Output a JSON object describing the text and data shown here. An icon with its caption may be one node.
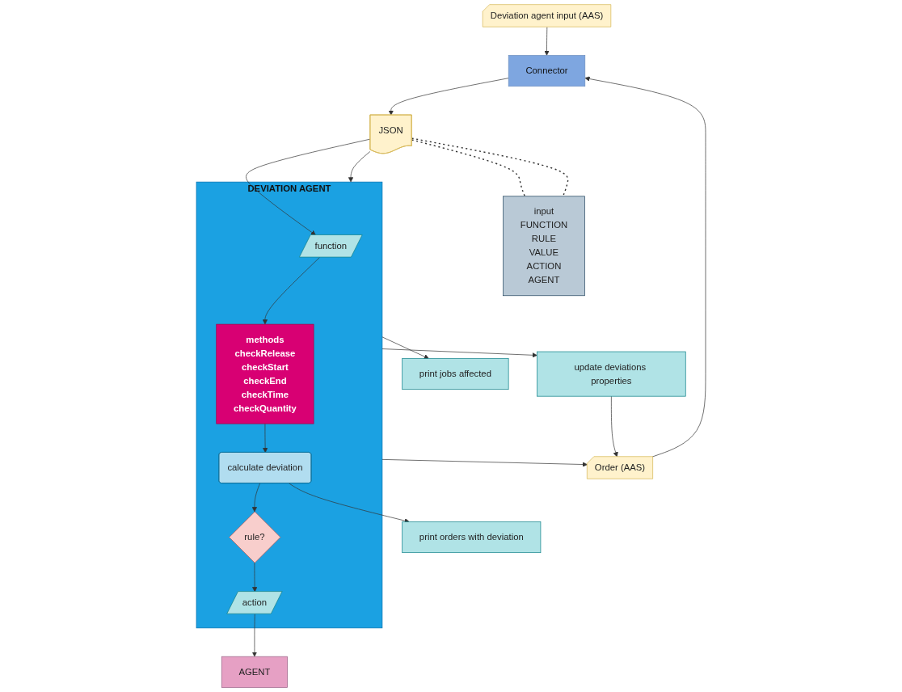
{
  "diagram": {
    "nodes": [
      {
        "text": [
          "Deviation agent input (AAS)"
        ]
      },
      {
        "text": [
          "Connector"
        ]
      },
      {
        "text": [
          "JSON"
        ]
      },
      {
        "text": [
          "input",
          "FUNCTION",
          "RULE",
          "VALUE",
          "ACTION",
          "AGENT"
        ]
      },
      {
        "text": [
          "DEVIATION AGENT"
        ]
      },
      {
        "text": [
          "Order (AAS)"
        ]
      },
      {
        "text": [
          "function"
        ],
        "in": 4
      },
      {
        "text": [
          "methods",
          "checkRelease",
          "checkStart",
          "checkEnd",
          "checkTime",
          "checkQuantity"
        ],
        "in": 4
      },
      {
        "text": [
          "calculate deviation"
        ],
        "in": 4
      },
      {
        "text": [
          "rule?"
        ],
        "in": 4
      },
      {
        "text": [
          "action"
        ],
        "in": 4
      },
      {
        "text": [
          "update deviations properties"
        ]
      },
      {
        "text": [
          "print jobs affected"
        ]
      },
      {
        "text": [
          "print orders with deviation"
        ]
      },
      {
        "text": [
          "AGENT"
        ]
      }
    ],
    "edges": [
      {
        "from": 0,
        "to": 1,
        "arrow": "to"
      },
      {
        "from": 5,
        "to": 1,
        "arrow": "to"
      },
      {
        "from": 1,
        "to": 2,
        "arrow": "to"
      },
      {
        "from": 2,
        "to": 3,
        "arrow": "none",
        "style": "dashed"
      },
      {
        "from": 2,
        "to": 3,
        "arrow": "none",
        "style": "dashed"
      },
      {
        "from": 2,
        "to": 4,
        "arrow": "to"
      },
      {
        "from": 2,
        "to": 6,
        "arrow": "to"
      },
      {
        "from": 4,
        "to": 5,
        "arrow": "to"
      },
      {
        "from": 6,
        "to": 7,
        "arrow": "to"
      },
      {
        "from": 7,
        "to": 8,
        "arrow": "to"
      },
      {
        "from": 8,
        "to": 9,
        "arrow": "to"
      },
      {
        "from": 9,
        "to": 10,
        "arrow": "to"
      },
      {
        "from": 10,
        "to": 14,
        "arrow": "to"
      },
      {
        "from": 8,
        "to": 13,
        "arrow": "to"
      },
      {
        "from": 4,
        "to": 11,
        "arrow": "to"
      },
      {
        "from": 4,
        "to": 12,
        "arrow": "to"
      },
      {
        "from": 11,
        "to": 5,
        "arrow": "to"
      }
    ]
  }
}
